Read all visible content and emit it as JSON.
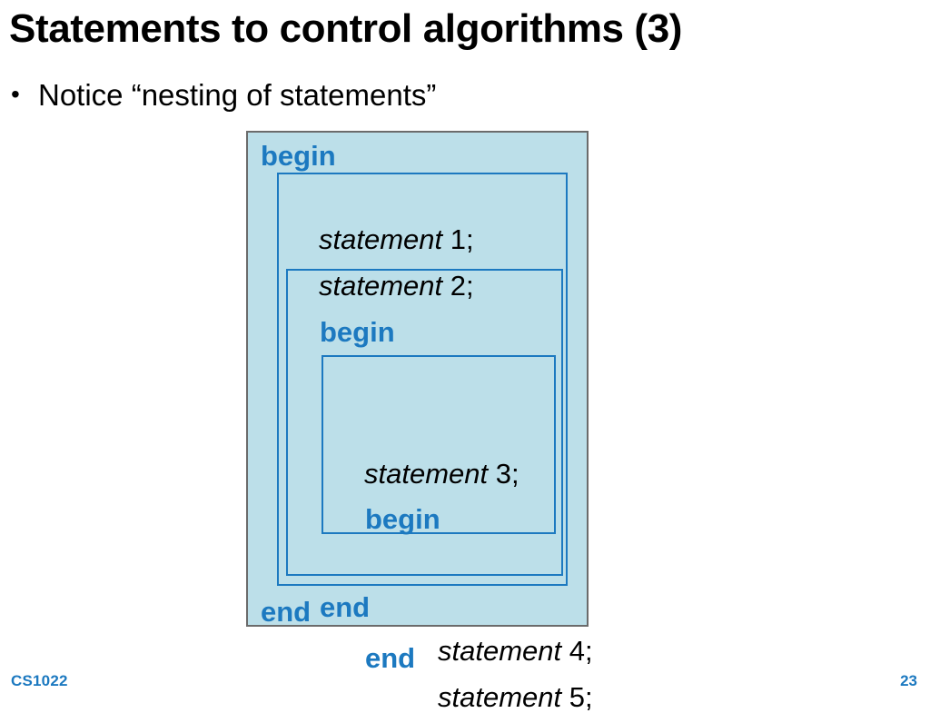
{
  "slide": {
    "title": "Statements to control algorithms (3)",
    "bullet": {
      "glyph": "•",
      "text": "Notice “nesting of statements”"
    }
  },
  "colors": {
    "block_fill": "#bcdfe9",
    "block_border_outer": "#6b6b6b",
    "block_border_inner": "#1c79c0",
    "keyword_blue": "#1c79c0",
    "statement_black": "#000000",
    "page_background": "#ffffff"
  },
  "diagram": {
    "type": "nested-block-structure",
    "levels": 4,
    "keywords": {
      "begin_level_1": "begin",
      "end_level_1": "end",
      "begin_level_2": "begin",
      "end_level_2": "end",
      "begin_level_3": "begin",
      "end_level_3": "end"
    },
    "statements": [
      {
        "name": "statement",
        "number": " 1;"
      },
      {
        "name": "statement",
        "number": " 2;"
      },
      {
        "name": "statement",
        "number": " 3;"
      },
      {
        "name": "statement",
        "number": " 4;"
      },
      {
        "name": "statement",
        "number": " 5;"
      }
    ]
  },
  "footer": {
    "course_code": "CS1022",
    "page_number": "23"
  }
}
